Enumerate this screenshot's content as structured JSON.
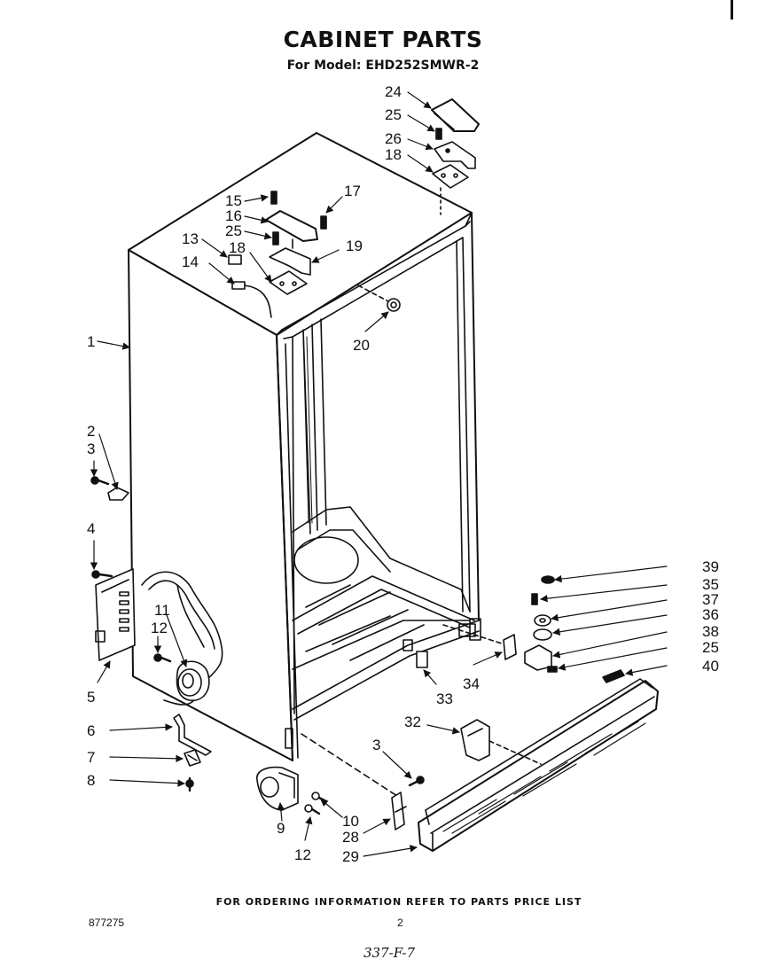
{
  "header": {
    "title": "CABINET PARTS",
    "model_line": "For Model: EHD252SMWR-2"
  },
  "footer": {
    "ordering_note": "FOR ORDERING INFORMATION REFER TO PARTS PRICE LIST",
    "document_number": "877275",
    "page_number": "2",
    "handwritten_mark": "337-F-7"
  },
  "callouts": [
    {
      "id": "c1",
      "label": "1"
    },
    {
      "id": "c2",
      "label": "2"
    },
    {
      "id": "c3a",
      "label": "3"
    },
    {
      "id": "c3b",
      "label": "3"
    },
    {
      "id": "c4",
      "label": "4"
    },
    {
      "id": "c5",
      "label": "5"
    },
    {
      "id": "c6",
      "label": "6"
    },
    {
      "id": "c7",
      "label": "7"
    },
    {
      "id": "c8",
      "label": "8"
    },
    {
      "id": "c9",
      "label": "9"
    },
    {
      "id": "c10",
      "label": "10"
    },
    {
      "id": "c11",
      "label": "11"
    },
    {
      "id": "c12a",
      "label": "12"
    },
    {
      "id": "c12b",
      "label": "12"
    },
    {
      "id": "c13",
      "label": "13"
    },
    {
      "id": "c14",
      "label": "14"
    },
    {
      "id": "c15",
      "label": "15"
    },
    {
      "id": "c16",
      "label": "16"
    },
    {
      "id": "c17",
      "label": "17"
    },
    {
      "id": "c18a",
      "label": "18"
    },
    {
      "id": "c18b",
      "label": "18"
    },
    {
      "id": "c19",
      "label": "19"
    },
    {
      "id": "c20",
      "label": "20"
    },
    {
      "id": "c24",
      "label": "24"
    },
    {
      "id": "c25a",
      "label": "25"
    },
    {
      "id": "c25b",
      "label": "25"
    },
    {
      "id": "c25c",
      "label": "25"
    },
    {
      "id": "c26",
      "label": "26"
    },
    {
      "id": "c28",
      "label": "28"
    },
    {
      "id": "c29",
      "label": "29"
    },
    {
      "id": "c32",
      "label": "32"
    },
    {
      "id": "c33",
      "label": "33"
    },
    {
      "id": "c34",
      "label": "34"
    },
    {
      "id": "c35",
      "label": "35"
    },
    {
      "id": "c36",
      "label": "36"
    },
    {
      "id": "c37",
      "label": "37"
    },
    {
      "id": "c38",
      "label": "38"
    },
    {
      "id": "c39",
      "label": "39"
    },
    {
      "id": "c40",
      "label": "40"
    }
  ]
}
